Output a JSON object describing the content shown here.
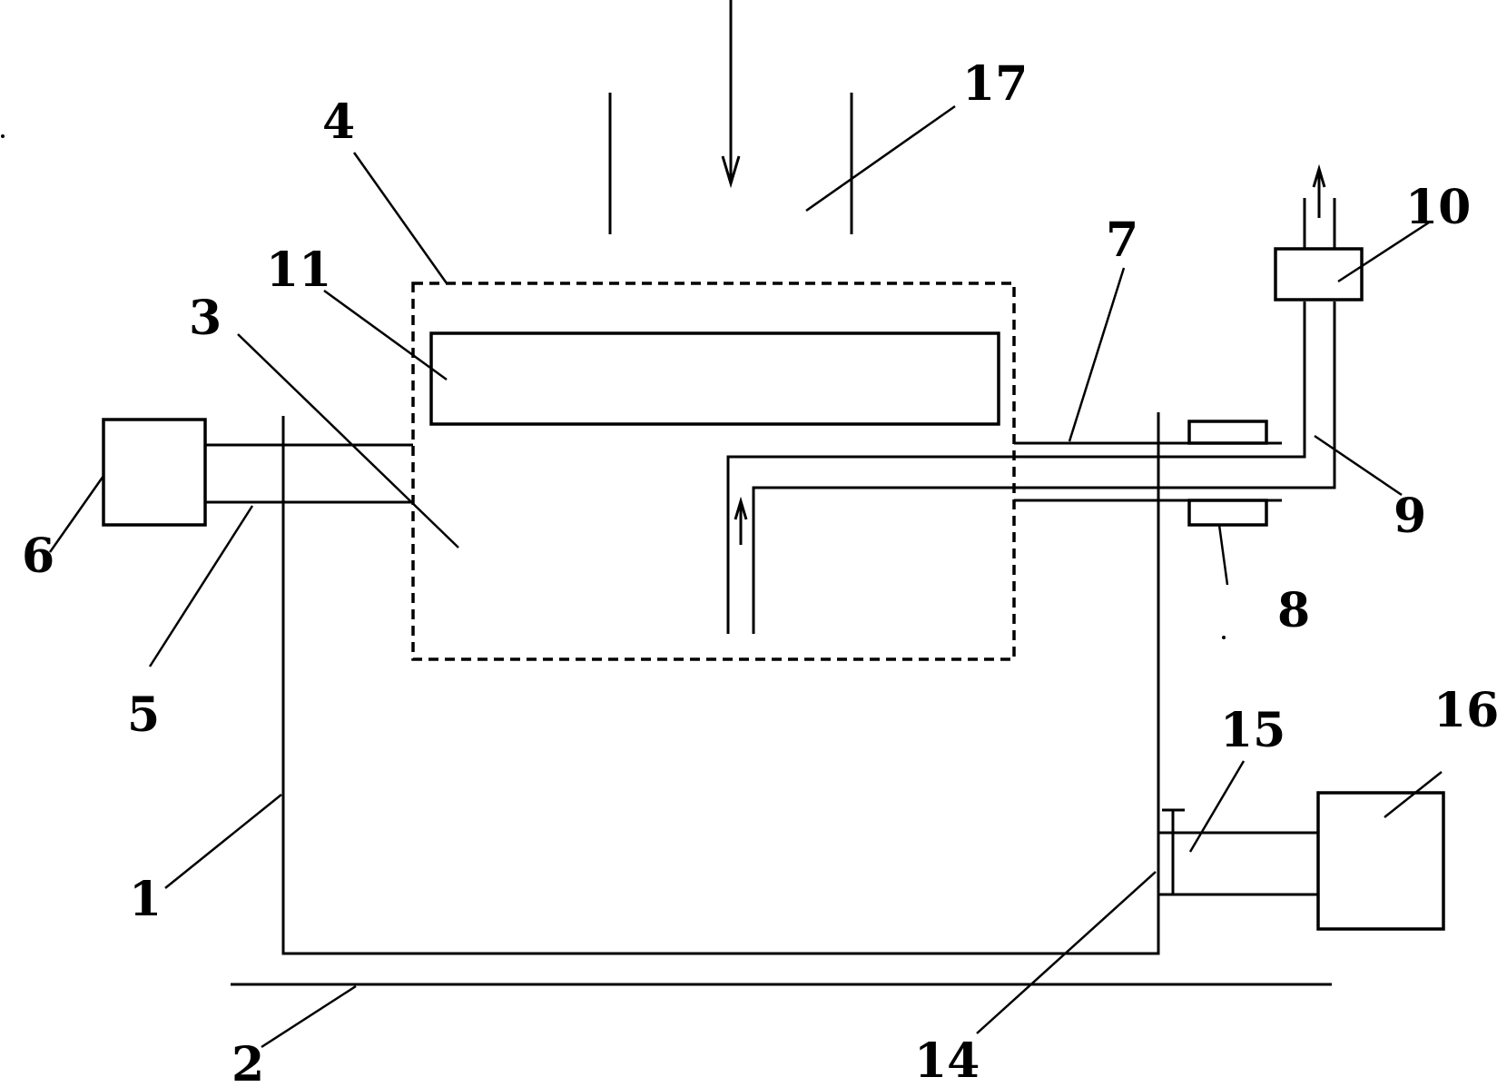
{
  "labels": {
    "l1": "1",
    "l2": "2",
    "l3": "3",
    "l4": "4",
    "l5": "5",
    "l6": "6",
    "l7": "7",
    "l8": "8",
    "l9": "9",
    "l10": "10",
    "l11": "11",
    "l14": "14",
    "l15": "15",
    "l16": "16",
    "l17": "17"
  }
}
